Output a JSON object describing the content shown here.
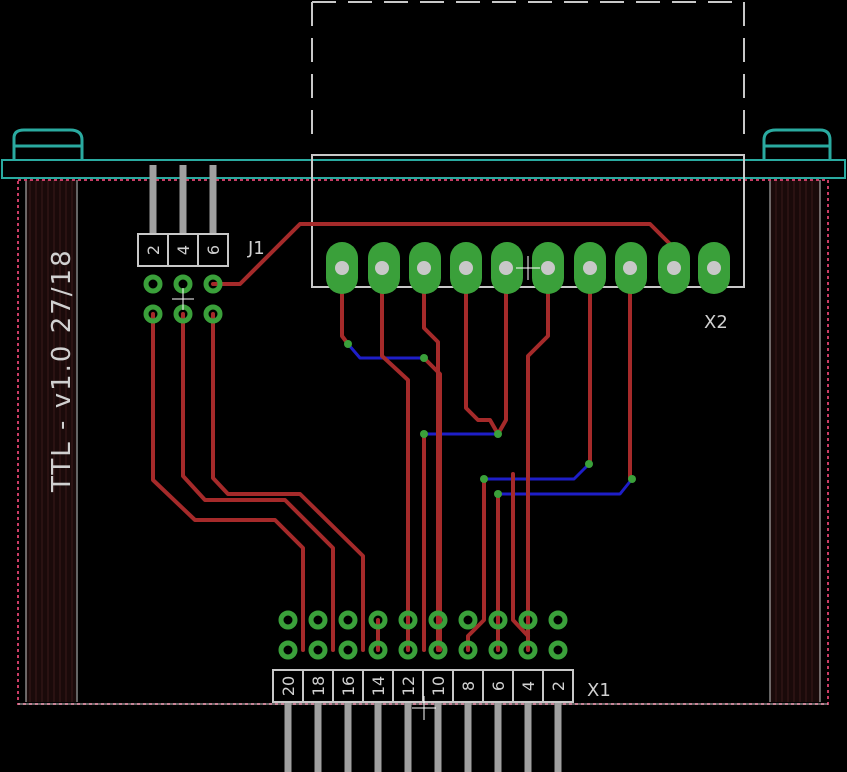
{
  "board_title": "TTL - v1.0 27/18",
  "colors": {
    "background": "#000000",
    "top_copper": "#a52a2a",
    "bottom_copper": "#1e1ec8",
    "pad": "#3aa03a",
    "outline": "#c8c8c8",
    "tab": "#2aaaa0",
    "dimension": "#c83c64"
  },
  "parts": {
    "j1": {
      "name": "J1",
      "pins": [
        "2",
        "4",
        "6"
      ]
    },
    "x1": {
      "name": "X1",
      "pins": [
        "20",
        "18",
        "16",
        "14",
        "12",
        "10",
        "8",
        "6",
        "4",
        "2"
      ]
    },
    "x2": {
      "name": "X2"
    }
  }
}
